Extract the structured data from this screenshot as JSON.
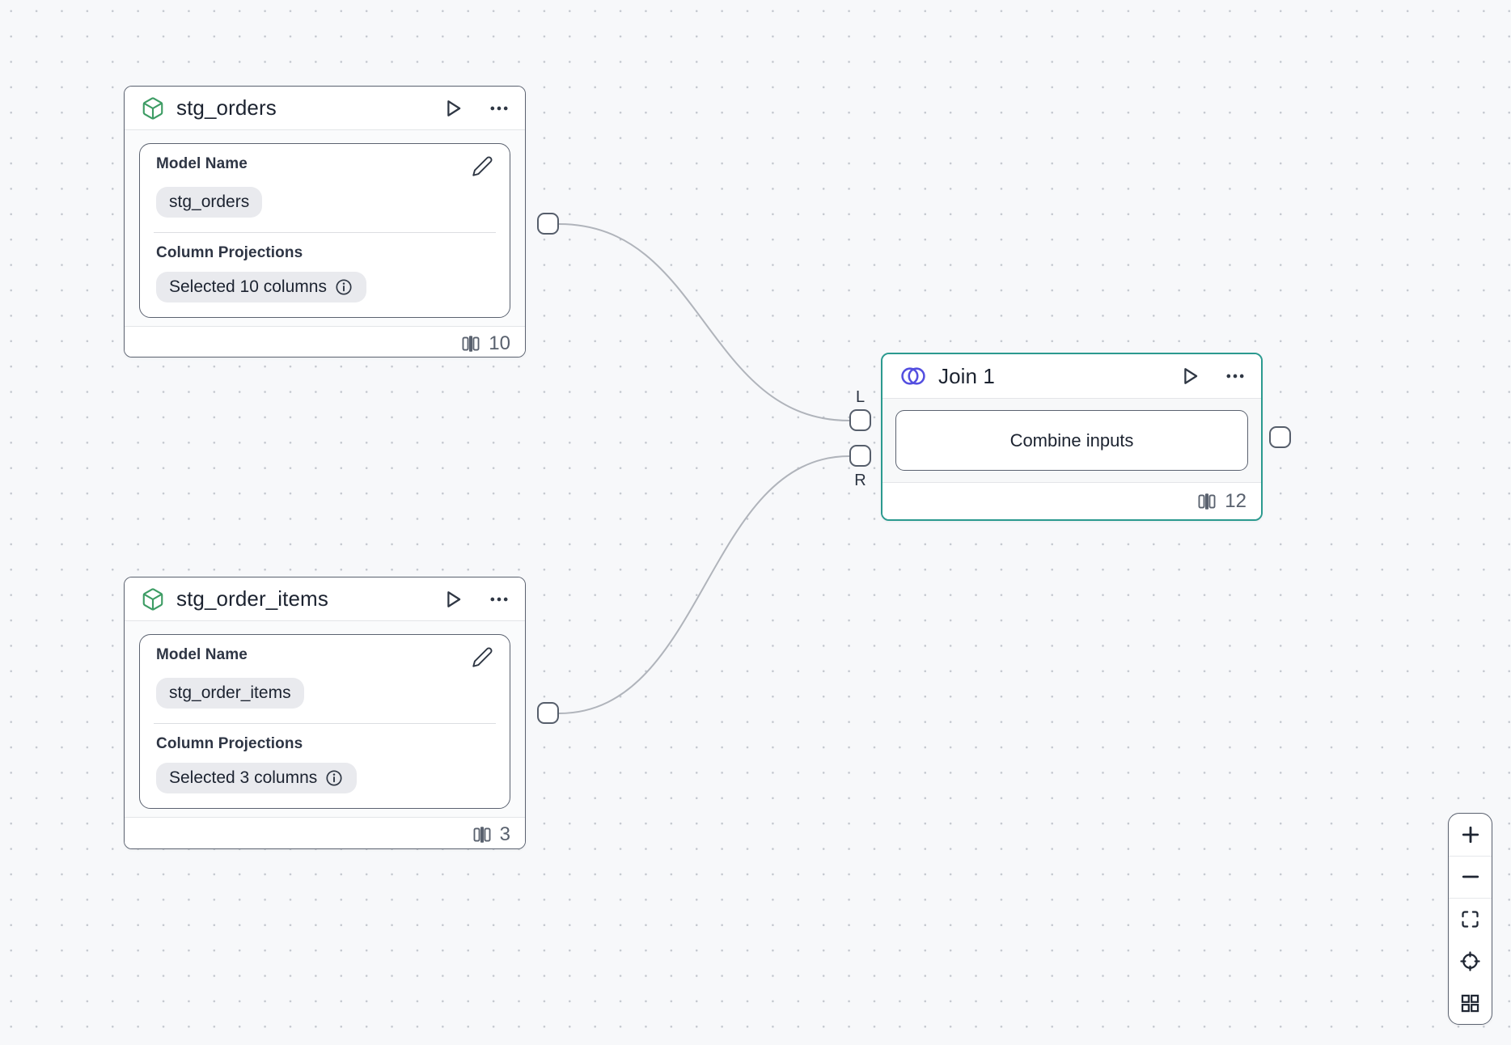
{
  "canvas": {
    "background": "#f7f8fa",
    "dot_color": "#c4c8cf"
  },
  "colors": {
    "node_border": "#5b6270",
    "selected_node_border": "#2b9a8f",
    "model_icon_green": "#3d9c64",
    "join_icon_indigo": "#544fe0",
    "edge_stroke": "#b0b4bb",
    "muted_text": "#59616e",
    "title_text": "#1c2330",
    "chip_background": "#e9eaee"
  },
  "nodes": {
    "stg_orders": {
      "title": "stg_orders",
      "type_icon": "cube-icon",
      "fields": {
        "model_name": {
          "label": "Model Name",
          "value": "stg_orders"
        },
        "column_projections": {
          "label": "Column Projections",
          "value": "Selected 10 columns"
        }
      },
      "column_count": "10"
    },
    "stg_order_items": {
      "title": "stg_order_items",
      "type_icon": "cube-icon",
      "fields": {
        "model_name": {
          "label": "Model Name",
          "value": "stg_order_items"
        },
        "column_projections": {
          "label": "Column Projections",
          "value": "Selected 3 columns"
        }
      },
      "column_count": "3"
    },
    "join_1": {
      "title": "Join 1",
      "type_icon": "venn-join-icon",
      "combine_button_label": "Combine inputs",
      "left_port_label": "L",
      "right_port_label": "R",
      "column_count": "12"
    }
  },
  "edges": [
    {
      "from": "stg_orders",
      "to": "join_1",
      "to_port": "L"
    },
    {
      "from": "stg_order_items",
      "to": "join_1",
      "to_port": "R"
    }
  ],
  "zoom_controls": {
    "buttons": [
      {
        "name": "zoom-in",
        "icon": "plus-icon"
      },
      {
        "name": "zoom-out",
        "icon": "minus-icon"
      },
      {
        "name": "fit-view",
        "icon": "fit-view-icon"
      },
      {
        "name": "locate",
        "icon": "crosshair-icon"
      },
      {
        "name": "overview",
        "icon": "grid-icon"
      }
    ]
  }
}
